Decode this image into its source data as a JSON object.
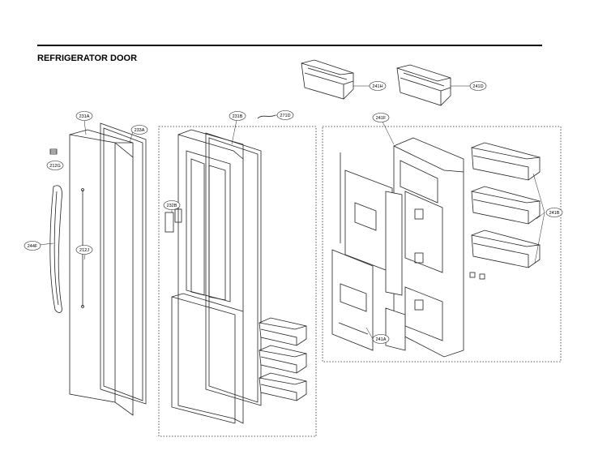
{
  "page": {
    "title": "REFRIGERATOR DOOR"
  },
  "callouts": {
    "c231A": "231A",
    "c233A": "233A",
    "c212G": "212G",
    "c244F": "244F",
    "c212J": "212J",
    "c231B": "231B",
    "c271D": "271D",
    "c232B": "232B",
    "c241F": "241F",
    "c241H": "241H",
    "c241D": "241D",
    "c241B": "241B",
    "c241A": "241A"
  }
}
